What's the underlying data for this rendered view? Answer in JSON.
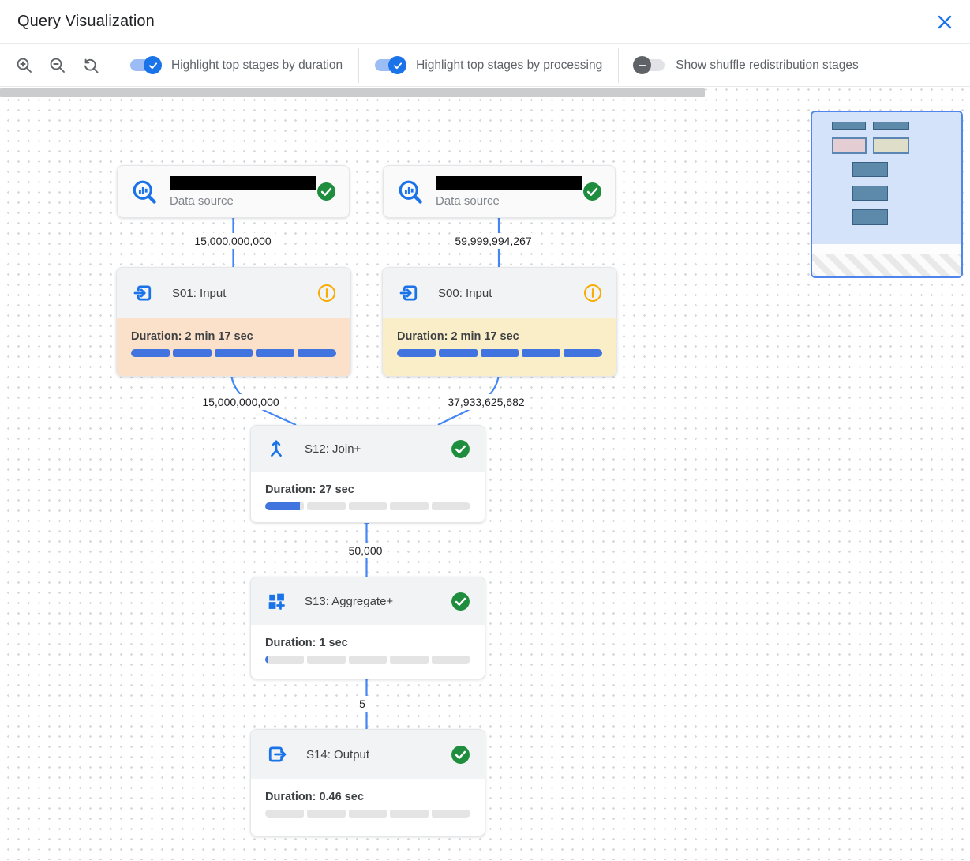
{
  "header": {
    "title": "Query Visualization"
  },
  "toolbar": {
    "zoom_buttons": [
      {
        "name": "zoom-in"
      },
      {
        "name": "zoom-out"
      },
      {
        "name": "zoom-reset"
      }
    ],
    "toggles": [
      {
        "label": "Highlight top stages by duration",
        "state": "on"
      },
      {
        "label": "Highlight top stages by processing",
        "state": "on"
      },
      {
        "label": "Show shuffle redistribution stages",
        "state": "off"
      }
    ]
  },
  "graph": {
    "data_sources": [
      {
        "label": "Data source",
        "status": "success",
        "name_redacted": true
      },
      {
        "label": "Data source",
        "status": "success",
        "name_redacted": true
      }
    ],
    "stages": [
      {
        "title": "S01: Input",
        "duration": "Duration: 2 min 17 sec",
        "progress": 1,
        "highlight": "#fbe0ca",
        "status": "info",
        "icon": "input"
      },
      {
        "title": "S00: Input",
        "duration": "Duration: 2 min 17 sec",
        "progress": 1,
        "highlight": "#faeec9",
        "status": "info",
        "icon": "input"
      },
      {
        "title": "S12: Join+",
        "duration": "Duration: 27 sec",
        "progress": 0.18,
        "highlight": "",
        "status": "success",
        "icon": "join"
      },
      {
        "title": "S13: Aggregate+",
        "duration": "Duration: 1 sec",
        "progress": 0.015,
        "highlight": "",
        "status": "success",
        "icon": "aggregate"
      },
      {
        "title": "S14: Output",
        "duration": "Duration: 0.46 sec",
        "progress": 0,
        "highlight": "",
        "status": "success",
        "icon": "output"
      }
    ],
    "edge_labels": {
      "ds1_to_s01": "15,000,000,000",
      "ds2_to_s00": "59,999,994,267",
      "s01_to_s12": "15,000,000,000",
      "s00_to_s12": "37,933,625,682",
      "s12_to_s13": "50,000",
      "s13_to_s14": "5"
    }
  },
  "colors": {
    "accent_blue": "#1a73e8",
    "edge_blue": "#4285f4",
    "progress_blue": "#4274df",
    "success_green": "#1e8e3e",
    "warning_orange": "#f9ab00",
    "duration_highlight": "#fbe0ca",
    "processing_highlight": "#faeec9"
  }
}
